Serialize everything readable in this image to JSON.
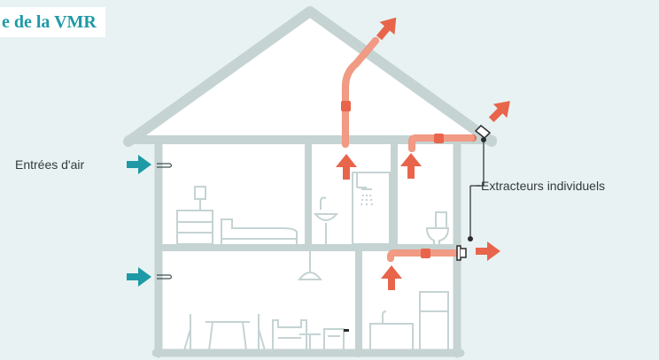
{
  "title": "e de la VMR",
  "labels": {
    "air_inlets": "Entrées d'air",
    "individual_extractors": "Extracteurs individuels"
  },
  "colors": {
    "background": "#e8f2f2",
    "house_wall": "#c5d3d3",
    "house_fill": "#ffffff",
    "duct": "#e8654c",
    "duct_light": "#f19a84",
    "air_inlet_arrow": "#1e9aa6",
    "furniture": "#c5d3d3",
    "title": "#1e9aa6",
    "label_text": "#333a3c"
  },
  "icons": {
    "inlet_arrow": "teal-arrow-right",
    "airflow_arrow": "orange-arrow",
    "extractor": "extractor-t-icon"
  }
}
